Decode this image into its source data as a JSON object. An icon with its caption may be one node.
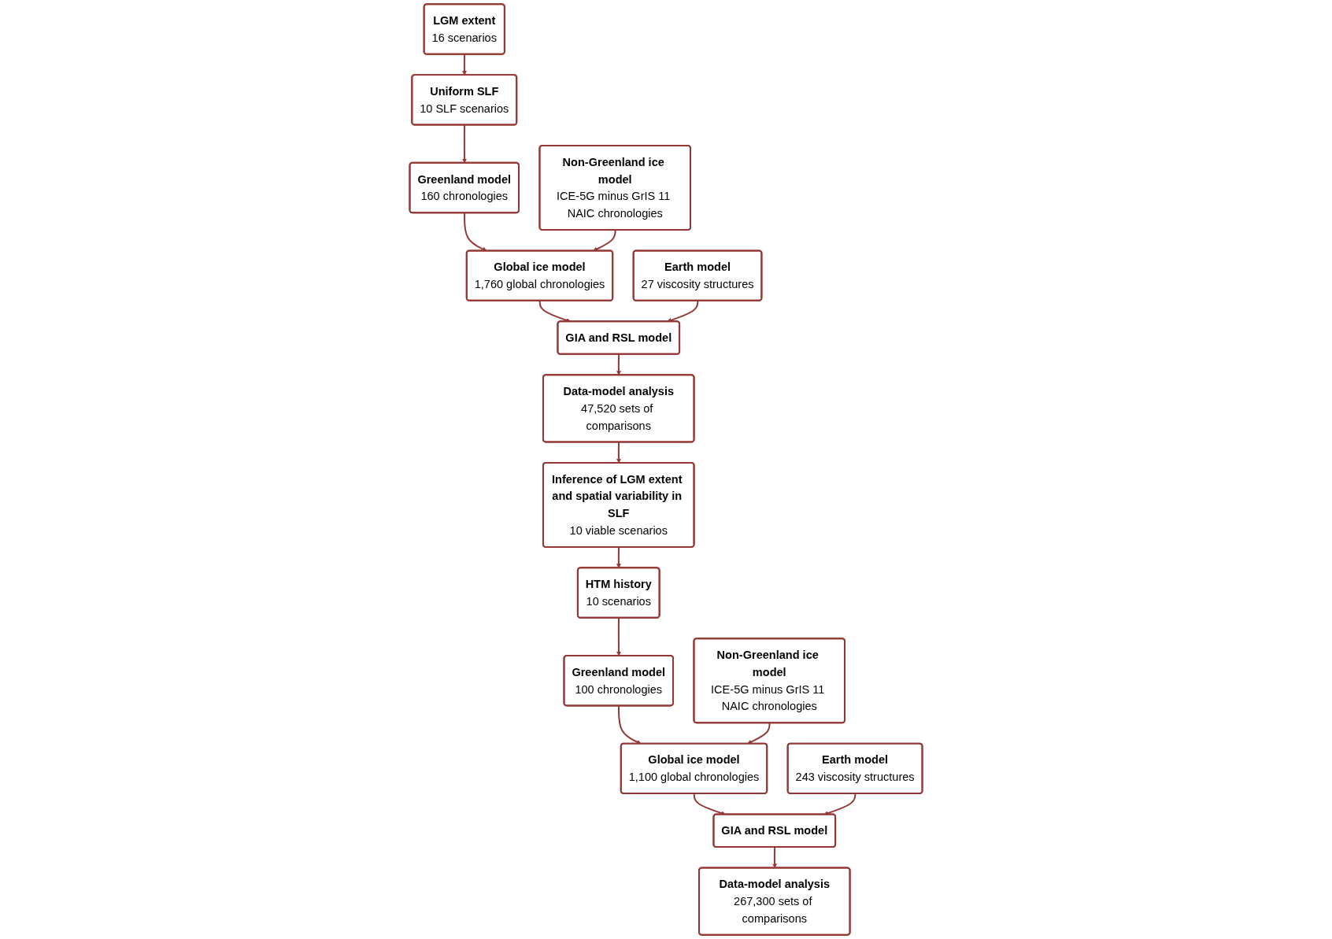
{
  "diagram": {
    "nodes": [
      {
        "text": [
          "LGM extent",
          "16 scenarios"
        ]
      },
      {
        "text": [
          "Uniform SLF",
          "10 SLF scenarios"
        ]
      },
      {
        "text": [
          "Greenland model",
          "160 chronologies"
        ]
      },
      {
        "text": [
          "Non-Greenland ice model",
          "ICE-5G minus GrIS 11 NAIC chronologies"
        ]
      },
      {
        "text": [
          "Global ice model",
          "1,760 global chronologies"
        ]
      },
      {
        "text": [
          "Earth model",
          "27 viscosity structures"
        ]
      },
      {
        "text": [
          "GIA and RSL model"
        ]
      },
      {
        "text": [
          "Data-model analysis",
          "47,520 sets of comparisons"
        ]
      },
      {
        "text": [
          "Inference of LGM extent and spatial variability in SLF",
          "10 viable scenarios"
        ]
      },
      {
        "text": [
          "HTM history",
          "10 scenarios"
        ]
      },
      {
        "text": [
          "Greenland model",
          "100 chronologies"
        ]
      },
      {
        "text": [
          "Global ice model",
          "1,100 global chronologies"
        ]
      },
      {
        "text": [
          "Non-Greenland ice model",
          "ICE-5G minus GrIS 11 NAIC chronologies"
        ]
      },
      {
        "text": [
          "GIA and RSL model"
        ]
      },
      {
        "text": [
          "Earth model",
          "243 viscosity structures"
        ]
      },
      {
        "text": [
          "Data-model analysis",
          "267,300 sets of comparisons"
        ]
      }
    ],
    "edges": [
      {
        "from": 0,
        "to": 1,
        "arrow": "to"
      },
      {
        "from": 1,
        "to": 2,
        "arrow": "to"
      },
      {
        "from": 2,
        "to": 4,
        "arrow": "to"
      },
      {
        "from": 3,
        "to": 4,
        "arrow": "to"
      },
      {
        "from": 4,
        "to": 6,
        "arrow": "to"
      },
      {
        "from": 5,
        "to": 6,
        "arrow": "to"
      },
      {
        "from": 6,
        "to": 7,
        "arrow": "to"
      },
      {
        "from": 7,
        "to": 8,
        "arrow": "to"
      },
      {
        "from": 8,
        "to": 9,
        "arrow": "to"
      },
      {
        "from": 9,
        "to": 10,
        "arrow": "to"
      },
      {
        "from": 10,
        "to": 11,
        "arrow": "to"
      },
      {
        "from": 12,
        "to": 11,
        "arrow": "to"
      },
      {
        "from": 11,
        "to": 13,
        "arrow": "to"
      },
      {
        "from": 14,
        "to": 13,
        "arrow": "to"
      },
      {
        "from": 13,
        "to": 15,
        "arrow": "to"
      }
    ]
  }
}
